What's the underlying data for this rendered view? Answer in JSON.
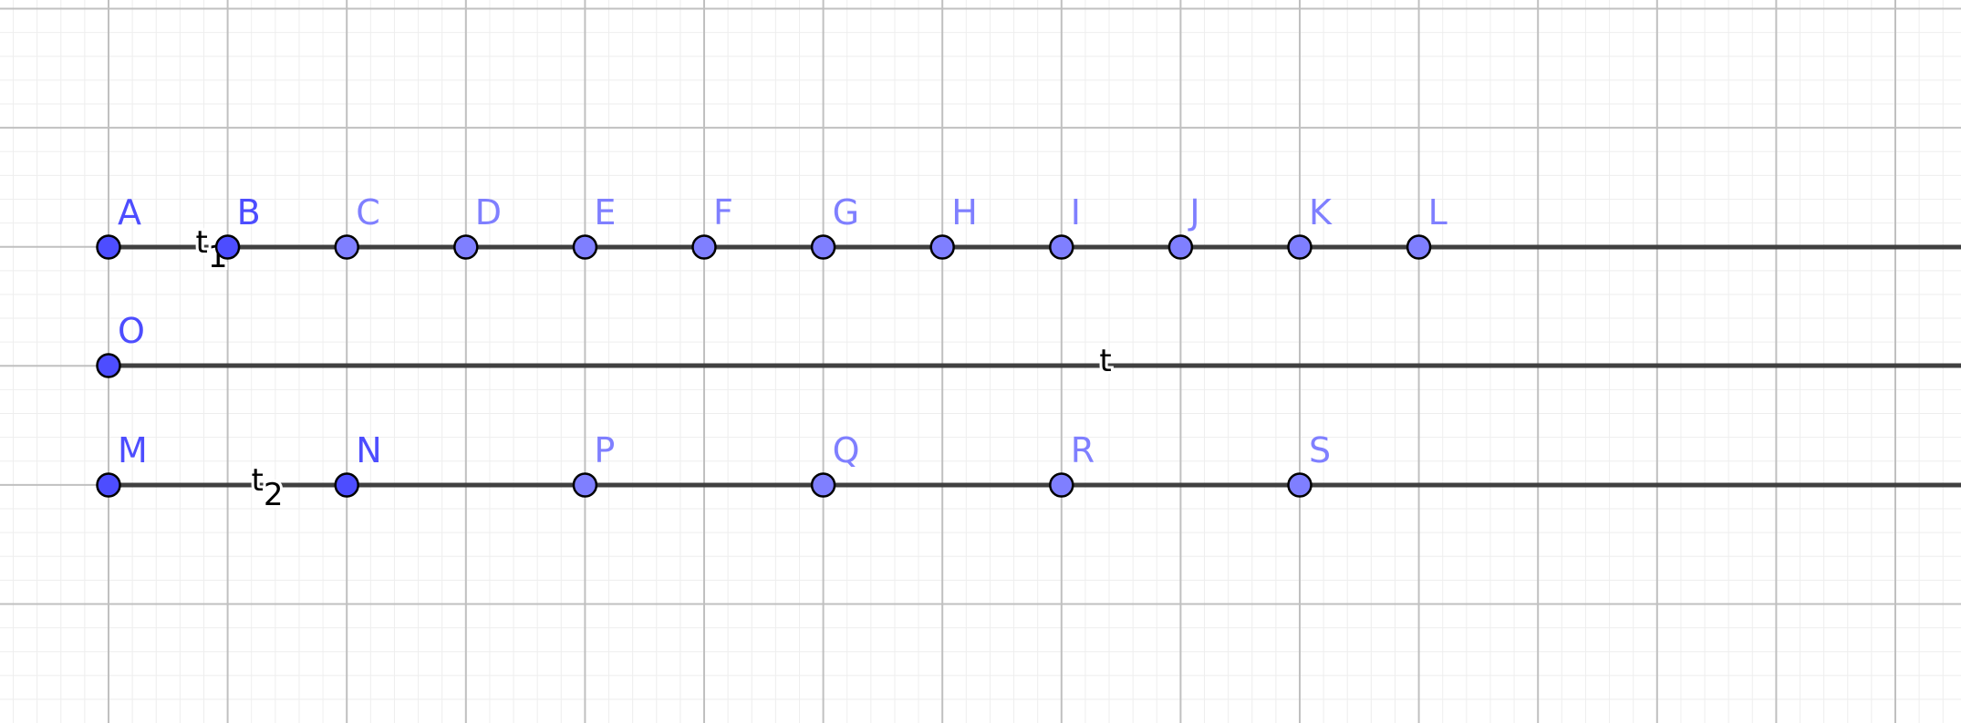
{
  "colors": {
    "background": "#ffffff",
    "grid_minor": "#eeeeee",
    "grid_major": "#c0c0c0",
    "line": "#404040",
    "point_free": "#4d4dff",
    "point_dependent": "#7f7fff",
    "point_stroke": "#000000",
    "label_free": "#4d4dff",
    "label_dependent": "#7f7fff",
    "segment_label": "#000000"
  },
  "scene": {
    "lines": [
      {
        "id": "row1",
        "name": "t",
        "subscript": "1",
        "points": [
          {
            "label": "A",
            "x": 0,
            "kind": "free"
          },
          {
            "label": "B",
            "x": 1,
            "kind": "free"
          },
          {
            "label": "C",
            "x": 2,
            "kind": "dependent"
          },
          {
            "label": "D",
            "x": 3,
            "kind": "dependent"
          },
          {
            "label": "E",
            "x": 4,
            "kind": "dependent"
          },
          {
            "label": "F",
            "x": 5,
            "kind": "dependent"
          },
          {
            "label": "G",
            "x": 6,
            "kind": "dependent"
          },
          {
            "label": "H",
            "x": 7,
            "kind": "dependent"
          },
          {
            "label": "I",
            "x": 8,
            "kind": "dependent"
          },
          {
            "label": "J",
            "x": 9,
            "kind": "dependent"
          },
          {
            "label": "K",
            "x": 10,
            "kind": "dependent"
          },
          {
            "label": "L",
            "x": 11,
            "kind": "dependent"
          }
        ]
      },
      {
        "id": "row2",
        "name": "t",
        "subscript": "",
        "points": [
          {
            "label": "O",
            "x": 0,
            "kind": "free"
          }
        ]
      },
      {
        "id": "row3",
        "name": "t",
        "subscript": "2",
        "points": [
          {
            "label": "M",
            "x": 0,
            "kind": "free"
          },
          {
            "label": "N",
            "x": 2,
            "kind": "free"
          },
          {
            "label": "P",
            "x": 4,
            "kind": "dependent"
          },
          {
            "label": "Q",
            "x": 6,
            "kind": "dependent"
          },
          {
            "label": "R",
            "x": 8,
            "kind": "dependent"
          },
          {
            "label": "S",
            "x": 10,
            "kind": "dependent"
          }
        ]
      }
    ]
  }
}
